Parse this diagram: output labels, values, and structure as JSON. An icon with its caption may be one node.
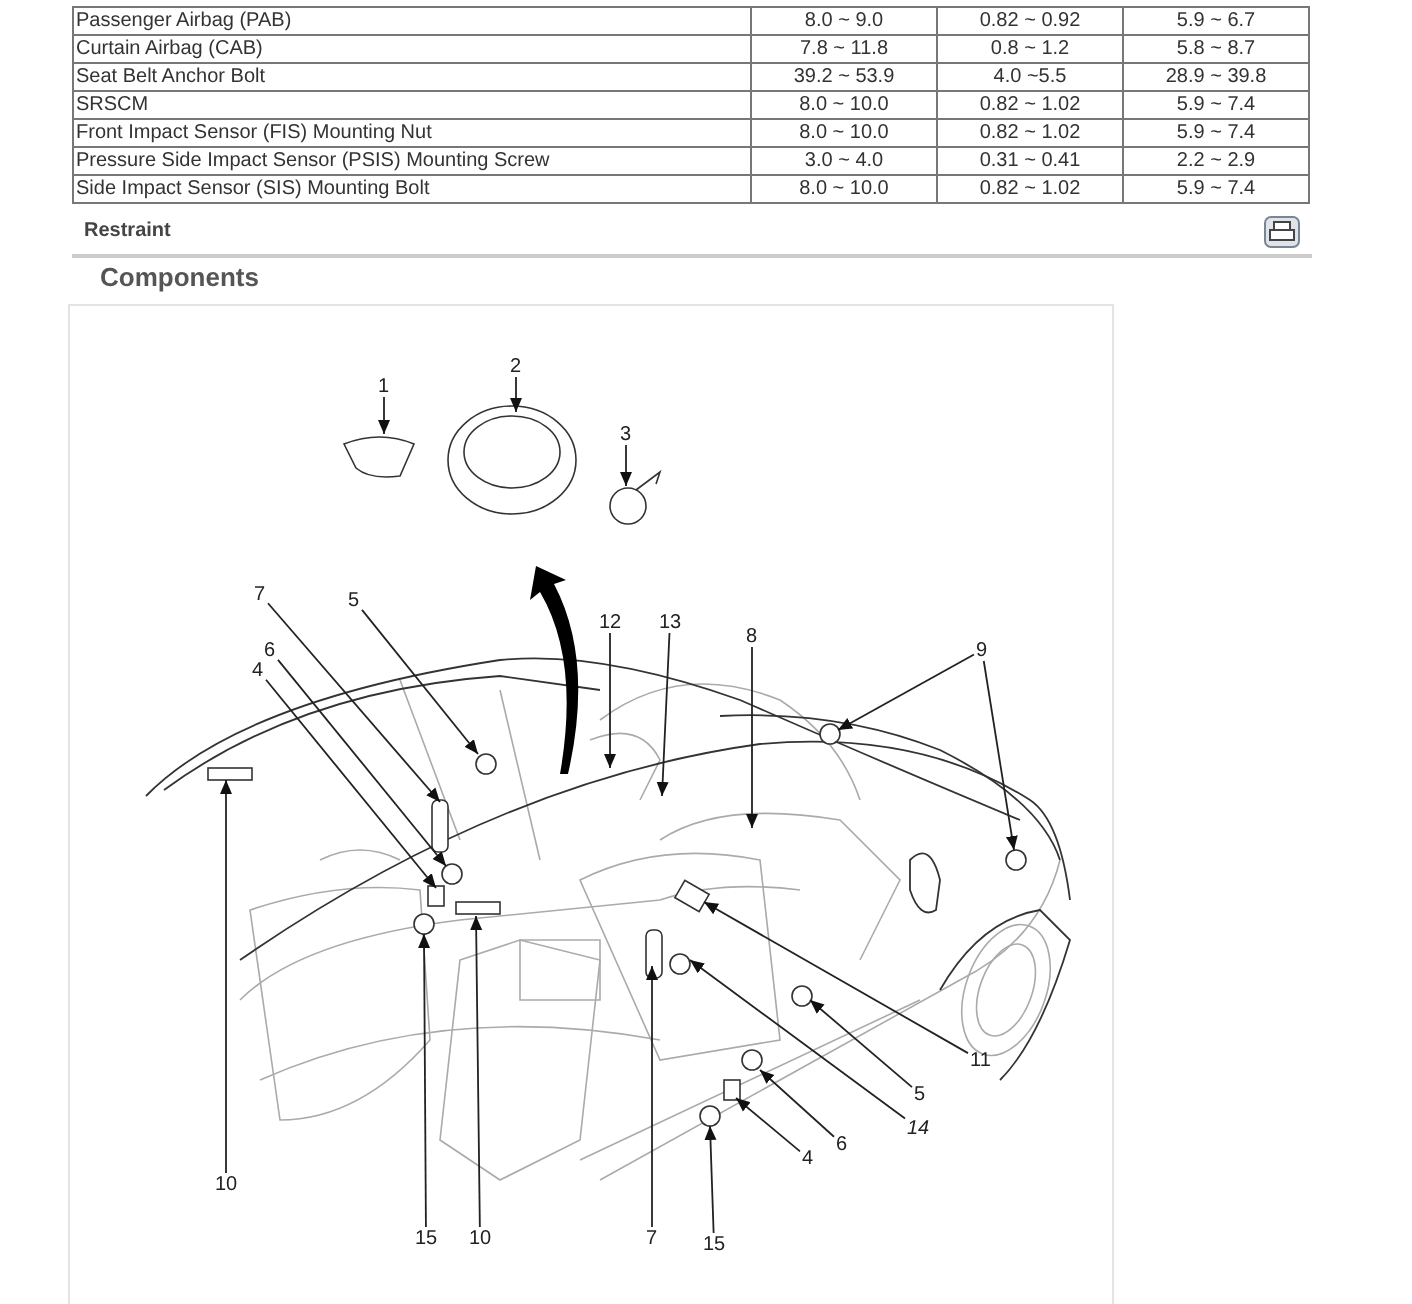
{
  "diagram": {
    "nodes": [
      {
        "text": [
          "1"
        ]
      },
      {
        "text": [
          "2"
        ]
      },
      {
        "text": [
          "3"
        ]
      },
      {
        "text": [
          "7"
        ]
      },
      {
        "text": [
          "5"
        ]
      },
      {
        "text": [
          "6"
        ]
      },
      {
        "text": [
          "4"
        ]
      },
      {
        "text": [
          "12"
        ]
      },
      {
        "text": [
          "13"
        ]
      },
      {
        "text": [
          "8"
        ]
      },
      {
        "text": [
          "9"
        ]
      },
      {
        "text": [
          "11"
        ]
      },
      {
        "text": [
          "5"
        ]
      },
      {
        "text": [
          "6"
        ]
      },
      {
        "text": [
          "14"
        ]
      },
      {
        "text": [
          "4"
        ]
      },
      {
        "text": [
          "10"
        ]
      },
      {
        "text": [
          "15"
        ]
      },
      {
        "text": [
          "10"
        ]
      },
      {
        "text": [
          "7"
        ]
      },
      {
        "text": [
          "15"
        ]
      }
    ],
    "edges": [
      {
        "from": 0,
        "to": null,
        "arrow": "to"
      },
      {
        "from": 1,
        "to": null,
        "arrow": "to"
      },
      {
        "from": 2,
        "to": null,
        "arrow": "to"
      },
      {
        "from": 3,
        "to": null,
        "arrow": "to"
      },
      {
        "from": 4,
        "to": null,
        "arrow": "to"
      },
      {
        "from": 5,
        "to": null,
        "arrow": "to"
      },
      {
        "from": 6,
        "to": null,
        "arrow": "to"
      },
      {
        "from": 7,
        "to": null,
        "arrow": "to"
      },
      {
        "from": 8,
        "to": null,
        "arrow": "to"
      },
      {
        "from": 9,
        "to": null,
        "arrow": "to"
      },
      {
        "from": 10,
        "to": null,
        "arrow": "to"
      },
      {
        "from": 10,
        "to": null,
        "arrow": "to"
      },
      {
        "from": 11,
        "to": null,
        "arrow": "to"
      },
      {
        "from": 12,
        "to": null,
        "arrow": "to"
      },
      {
        "from": 13,
        "to": null,
        "arrow": "to"
      },
      {
        "from": 14,
        "to": null,
        "arrow": "to"
      },
      {
        "from": 15,
        "to": null,
        "arrow": "to"
      },
      {
        "from": 16,
        "to": null,
        "arrow": "to"
      },
      {
        "from": 17,
        "to": null,
        "arrow": "to"
      },
      {
        "from": 18,
        "to": null,
        "arrow": "to"
      },
      {
        "from": 19,
        "to": null,
        "arrow": "to"
      },
      {
        "from": 20,
        "to": null,
        "arrow": "to"
      }
    ],
    "labels": [
      "Passenger Airbag (PAB)",
      "8.0 ~ 9.0",
      "0.82 ~ 0.92",
      "5.9 ~ 6.7",
      "Curtain Airbag (CAB)",
      "7.8 ~ 11.8",
      "0.8 ~ 1.2",
      "5.8 ~ 8.7",
      "Seat Belt Anchor Bolt",
      "39.2 ~ 53.9",
      "4.0 ~5.5",
      "28.9 ~ 39.8",
      "SRSCM",
      "8.0 ~ 10.0",
      "0.82 ~ 1.02",
      "5.9 ~ 7.4",
      "Front Impact Sensor (FIS) Mounting Nut",
      "8.0 ~ 10.0",
      "0.82 ~ 1.02",
      "5.9 ~ 7.4",
      "Pressure Side Impact Sensor (PSIS) Mounting Screw",
      "3.0 ~ 4.0",
      "0.31 ~ 0.41",
      "2.2 ~ 2.9",
      "Side Impact Sensor (SIS) Mounting Bolt",
      "8.0 ~ 10.0",
      "0.82 ~ 1.02",
      "5.9 ~ 7.4",
      "Restraint",
      "Components"
    ]
  }
}
